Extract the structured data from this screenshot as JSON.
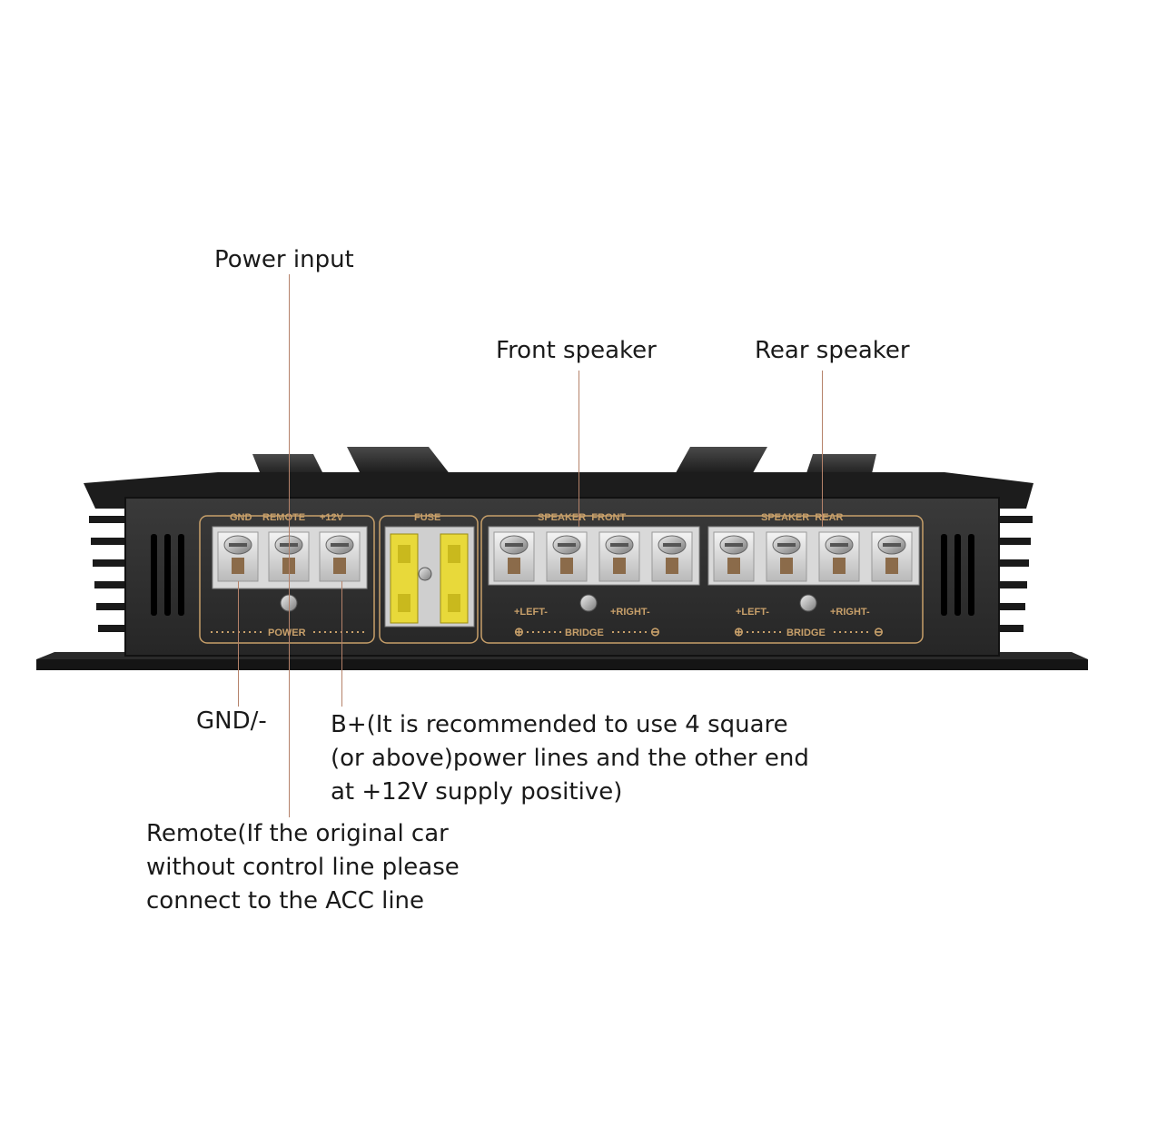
{
  "callouts": {
    "power_input": "Power input",
    "front_speaker": "Front speaker",
    "rear_speaker": "Rear speaker",
    "gnd": "GND/-",
    "b_plus": [
      "B+(It is recommended to use 4 square",
      "(or above)power lines and the other end",
      "at +12V supply positive)"
    ],
    "remote": [
      "Remote(If the original car",
      "without control line please",
      "connect to the ACC line"
    ]
  },
  "panel": {
    "power_group_labels": [
      "GND",
      "REMOTE",
      "+12V"
    ],
    "power_footer": "POWER",
    "fuse_label": "FUSE",
    "speaker_front_label": "SPEAKER  FRONT",
    "speaker_rear_label": "SPEAKER  REAR",
    "left_label": "+LEFT-",
    "right_label": "+RIGHT-",
    "bridge_label": "BRIDGE",
    "plus_symbol": "⊕",
    "minus_symbol": "⊖"
  },
  "colors": {
    "panel_accent": "#c8a06a",
    "leader_line": "#b5826a",
    "fuse_yellow": "#e8d93a",
    "body_dark": "#2a2a2a"
  }
}
